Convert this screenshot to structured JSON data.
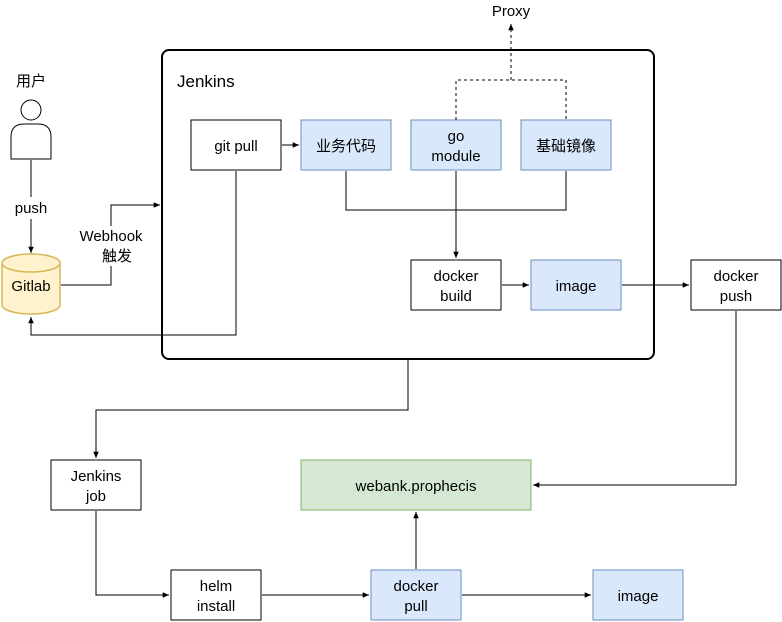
{
  "diagram": {
    "proxy": "Proxy",
    "user_label": "用户",
    "push_label": "push",
    "gitlab": "Gitlab",
    "webhook_line1": "Webhook",
    "webhook_line2": "触发",
    "jenkins_title": "Jenkins",
    "git_pull": "git pull",
    "business_code": "业务代码",
    "go_module_line1": "go",
    "go_module_line2": "module",
    "base_image": "基础镜像",
    "docker_build_line1": "docker",
    "docker_build_line2": "build",
    "image_top": "image",
    "docker_push_line1": "docker",
    "docker_push_line2": "push",
    "jenkins_job_line1": "Jenkins",
    "jenkins_job_line2": "job",
    "webank": "webank.prophecis",
    "helm_line1": "helm",
    "helm_line2": "install",
    "docker_pull_line1": "docker",
    "docker_pull_line2": "pull",
    "image_bottom": "image"
  },
  "colors": {
    "blue_fill": "#dae8fc",
    "blue_stroke": "#6c8ebf",
    "green_fill": "#d5e8d4",
    "green_stroke": "#82b366",
    "yellow_fill": "#fff2cc",
    "yellow_stroke": "#d6b656"
  }
}
